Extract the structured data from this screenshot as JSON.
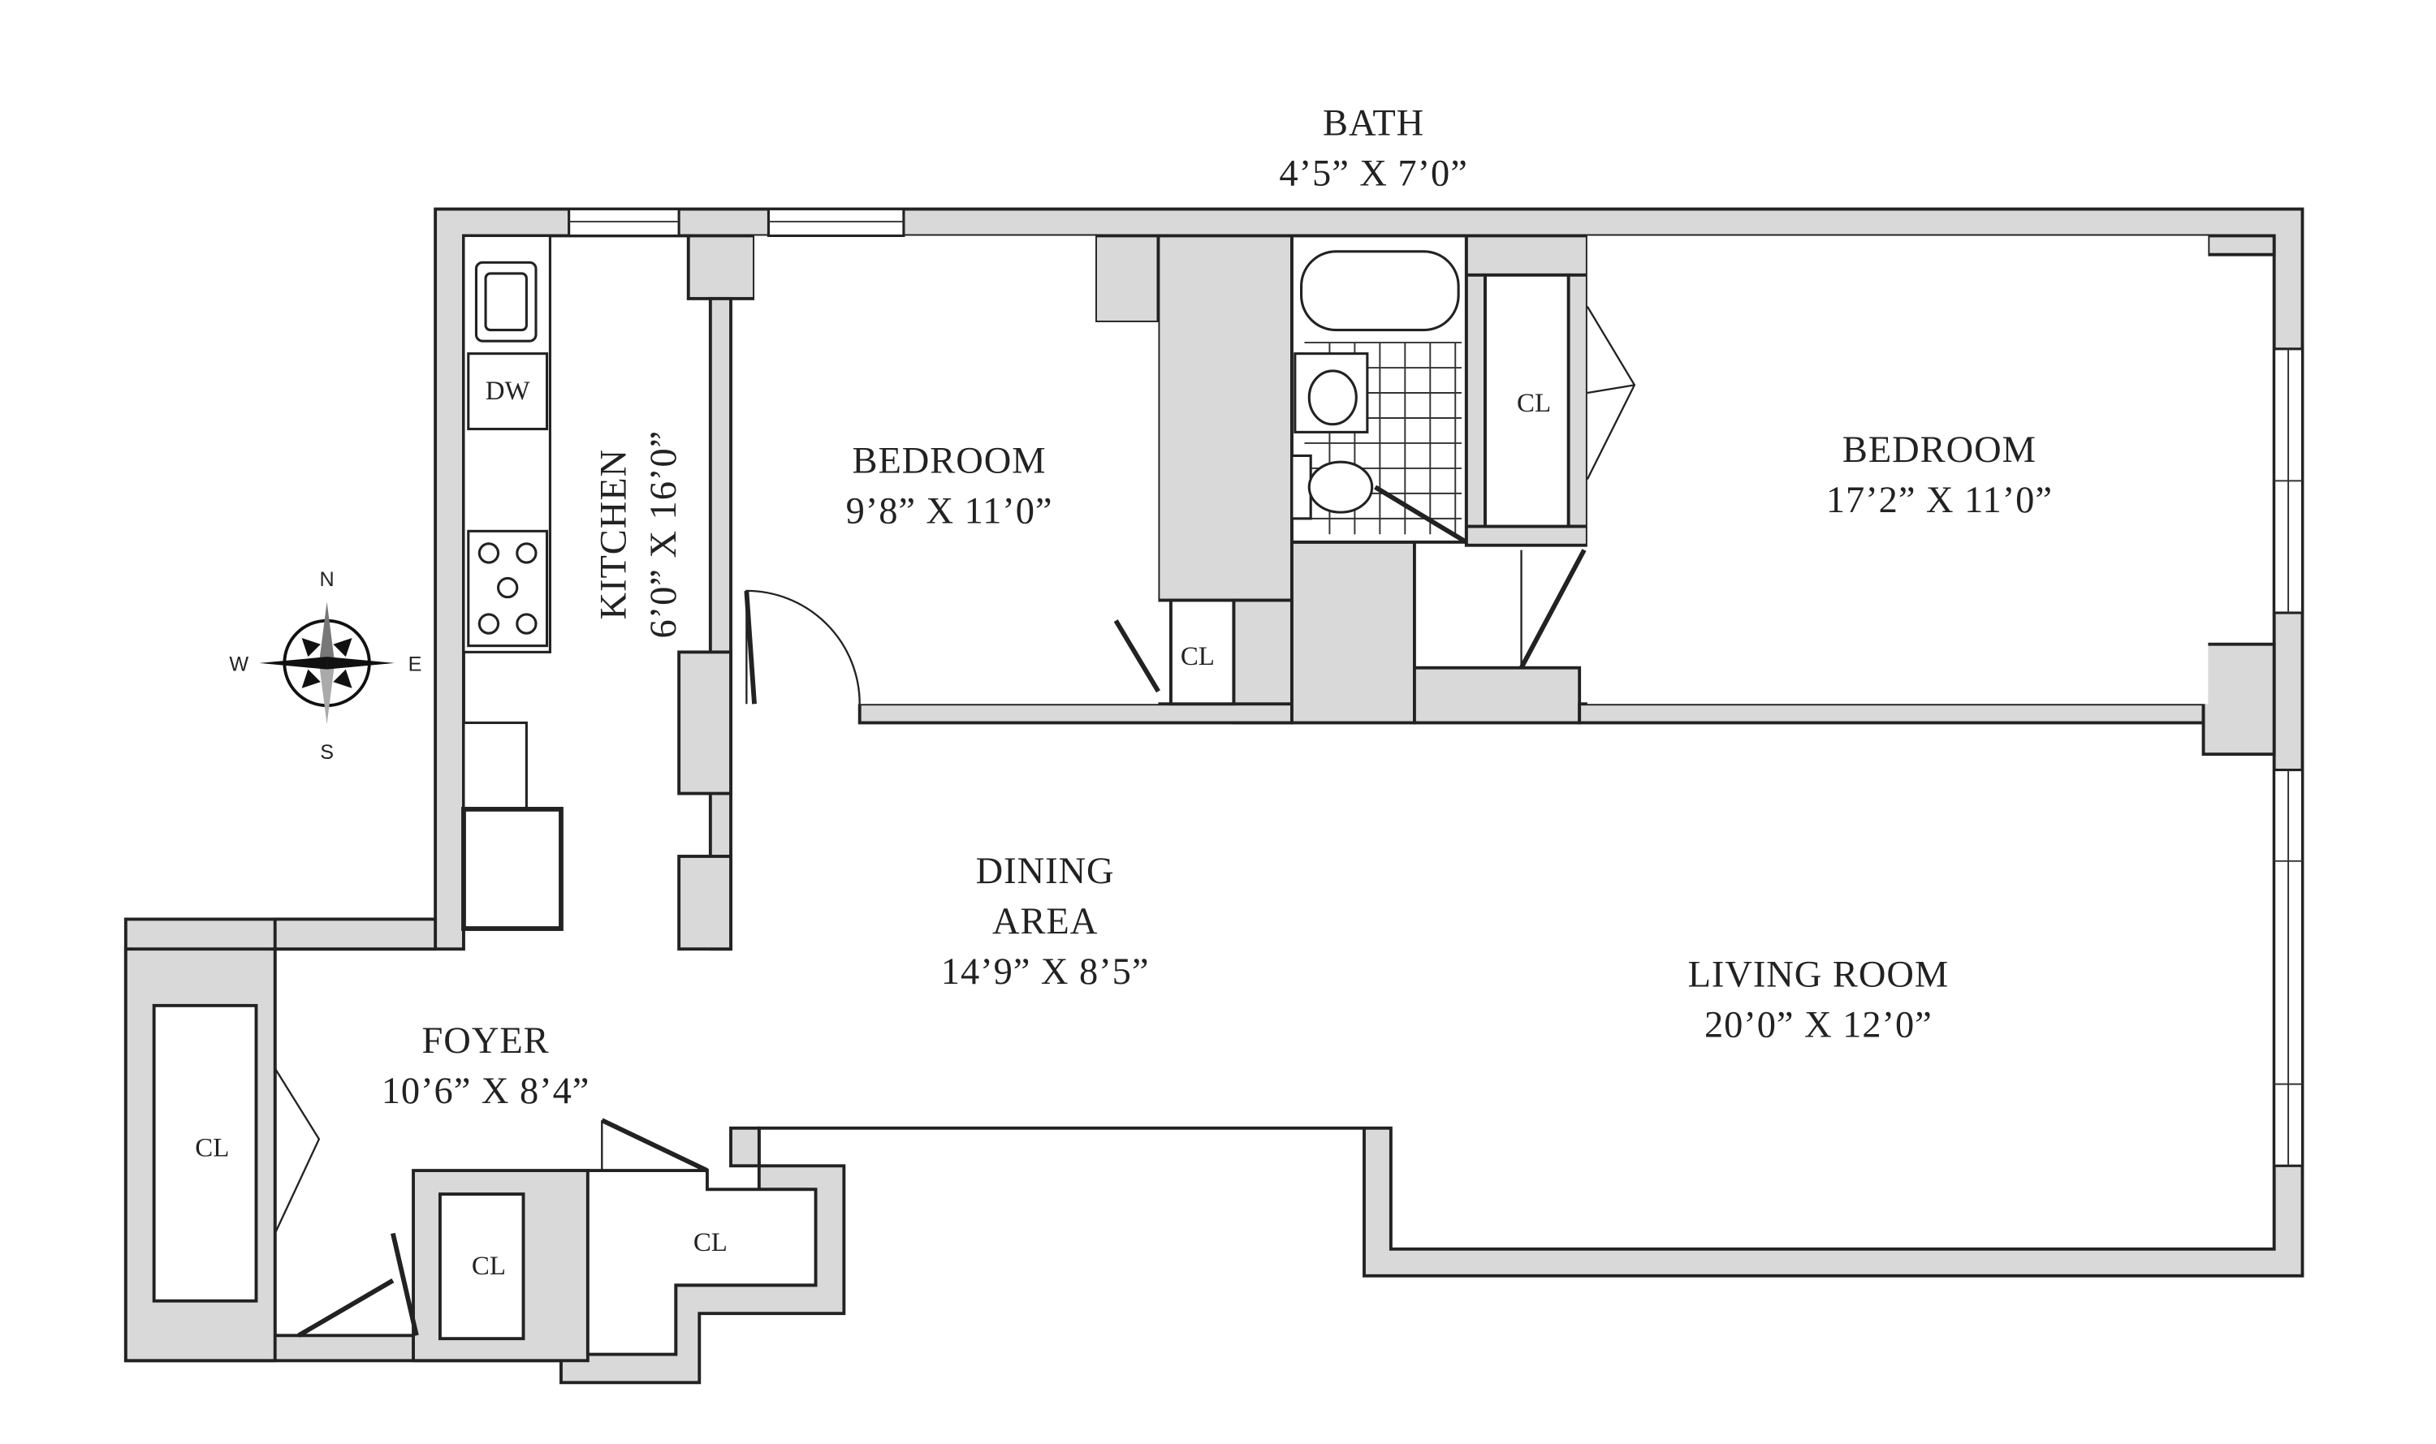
{
  "rooms": {
    "bath": {
      "name": "BATH",
      "dims": "4’5” X 7’0”"
    },
    "kitchen": {
      "name": "KITCHEN",
      "dims": "6’0” X 16’0”"
    },
    "bedroom1": {
      "name": "BEDROOM",
      "dims": "9’8” X 11’0”"
    },
    "bedroom2": {
      "name": "BEDROOM",
      "dims": "17’2” X 11’0”"
    },
    "dining": {
      "name": "DINING",
      "name2": "AREA",
      "dims": "14’9” X 8’5”"
    },
    "living": {
      "name": "LIVING ROOM",
      "dims": "20’0” X 12’0”"
    },
    "foyer": {
      "name": "FOYER",
      "dims": "10’6” X 8’4”"
    }
  },
  "closets": [
    "CL",
    "CL",
    "CL",
    "CL",
    "CL"
  ],
  "appliances": {
    "dishwasher": "DW"
  },
  "compass": {
    "n": "N",
    "s": "S",
    "e": "E",
    "w": "W"
  },
  "colors": {
    "wall": "#d9d9d9",
    "line": "#222222"
  }
}
